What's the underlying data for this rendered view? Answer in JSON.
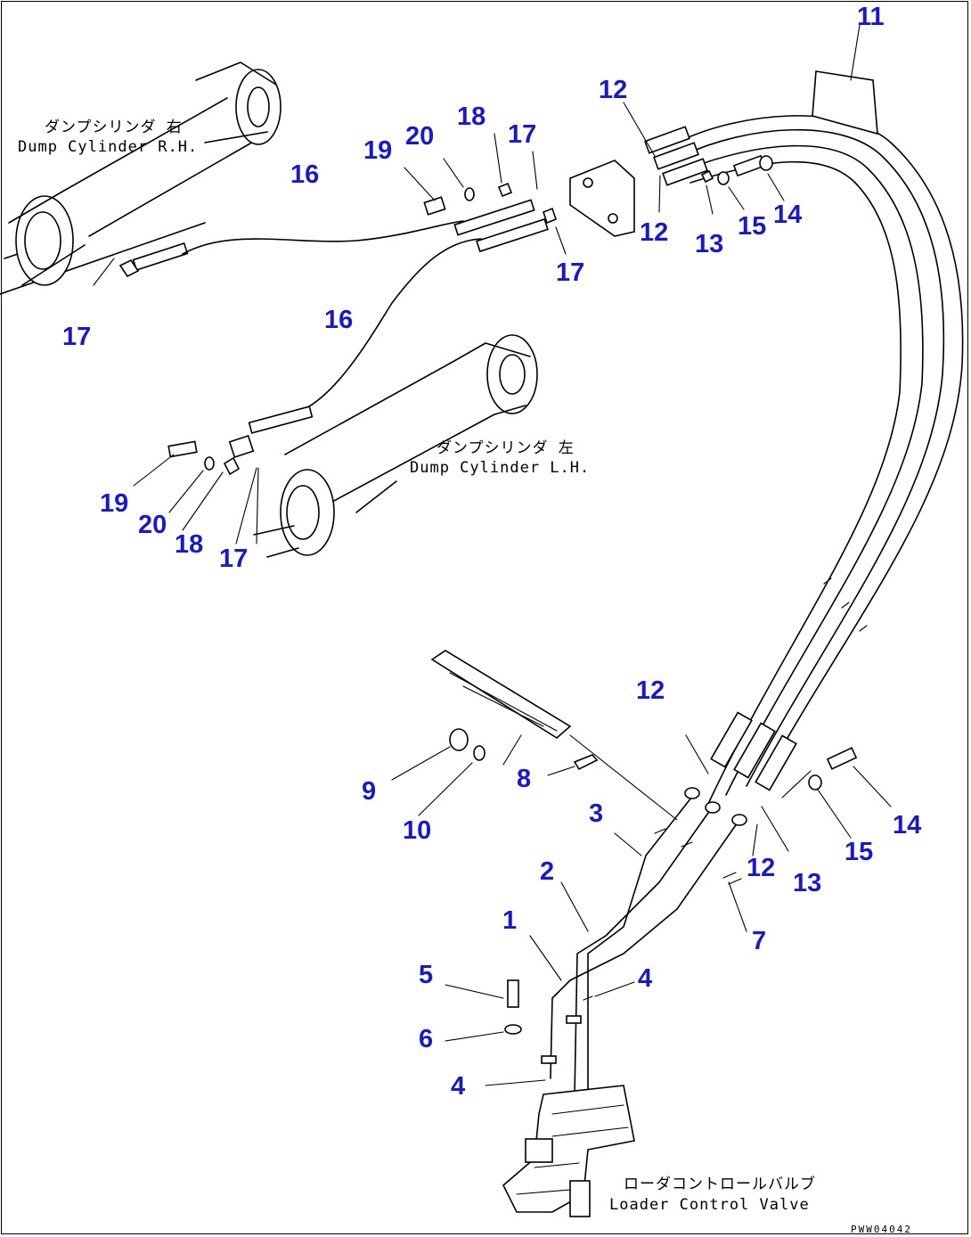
{
  "labels": {
    "dump_cyl_rh_jp": "ダンプシリンダ 右",
    "dump_cyl_rh_en": "Dump Cylinder R.H.",
    "dump_cyl_lh_jp": "ダンプシリンダ 左",
    "dump_cyl_lh_en": "Dump Cylinder L.H.",
    "loader_valve_jp": "ローダコントロールバルブ",
    "loader_valve_en": "Loader Control Valve",
    "drawing_code": "PWW04042"
  },
  "callouts": {
    "c11": "11",
    "c12a": "12",
    "c12b": "12",
    "c12c": "12",
    "c12d": "12",
    "c16a": "16",
    "c16b": "16",
    "c17a": "17",
    "c17b": "17",
    "c17c": "17",
    "c17d": "17",
    "c18a": "18",
    "c18b": "18",
    "c19a": "19",
    "c19b": "19",
    "c20a": "20",
    "c20b": "20",
    "c13a": "13",
    "c13b": "13",
    "c14a": "14",
    "c14b": "14",
    "c15a": "15",
    "c15b": "15",
    "c1": "1",
    "c2": "2",
    "c3": "3",
    "c4a": "4",
    "c4b": "4",
    "c5": "5",
    "c6": "6",
    "c7": "7",
    "c8": "8",
    "c9": "9",
    "c10": "10"
  },
  "colors": {
    "callout": "#1a1ac4",
    "line": "#000000"
  }
}
